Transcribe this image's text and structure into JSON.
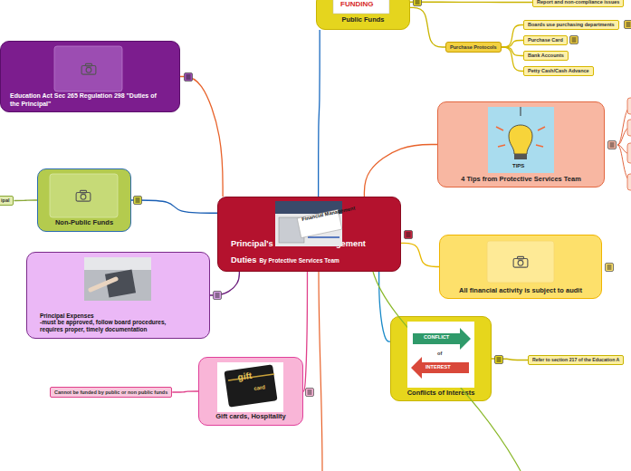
{
  "diagram": {
    "nodes": [
      {
        "text": [
          "Public Funds"
        ]
      },
      {
        "text": [
          "Report and non-compliance issues"
        ]
      },
      {
        "text": [
          "Boards use purchasing departments"
        ]
      },
      {
        "text": [
          "Purchase Protocols"
        ]
      },
      {
        "text": [
          "Purchase Card"
        ]
      },
      {
        "text": [
          "Bank Accounts"
        ]
      },
      {
        "text": [
          "Petty Cash/Cash Advance"
        ]
      },
      {
        "text": [
          "Education Act Sec 265 Regulation 298 \"Duties of the Principal\""
        ]
      },
      {
        "text": [
          "4 Tips from Protective Services Team"
        ]
      },
      {
        "text": [
          "ipal"
        ]
      },
      {
        "text": [
          "Non-Public Funds"
        ]
      },
      {
        "text": [
          "Principal's Financial Management Duties",
          "By Protective Services Team"
        ]
      },
      {
        "text": [
          "All financial activity is subject to audit"
        ]
      },
      {
        "text": [
          "Principal Expenses",
          "-must be approved, follow board procedures, requires proper, timely documentation"
        ]
      },
      {
        "text": [
          "Conflicts of Interests"
        ]
      },
      {
        "text": [
          "Refer to section 217 of the Education A"
        ]
      },
      {
        "text": [
          "Cannot be funded by public or non public funds"
        ]
      },
      {
        "text": [
          "Gift cards, Hospitality"
        ]
      }
    ],
    "edges": [
      {
        "from": 11,
        "to": 0,
        "arrow": "none"
      },
      {
        "from": 0,
        "to": 1,
        "arrow": "none"
      },
      {
        "from": 0,
        "to": 3,
        "arrow": "none"
      },
      {
        "from": 3,
        "to": 2,
        "arrow": "none"
      },
      {
        "from": 3,
        "to": 4,
        "arrow": "none"
      },
      {
        "from": 3,
        "to": 5,
        "arrow": "none"
      },
      {
        "from": 3,
        "to": 6,
        "arrow": "none"
      },
      {
        "from": 11,
        "to": 7,
        "arrow": "none"
      },
      {
        "from": 11,
        "to": 8,
        "arrow": "none"
      },
      {
        "from": 11,
        "to": 10,
        "arrow": "none"
      },
      {
        "from": 10,
        "to": 9,
        "arrow": "none"
      },
      {
        "from": 11,
        "to": 12,
        "arrow": "none"
      },
      {
        "from": 11,
        "to": 13,
        "arrow": "none"
      },
      {
        "from": 11,
        "to": 14,
        "arrow": "none"
      },
      {
        "from": 14,
        "to": 15,
        "arrow": "none"
      },
      {
        "from": 11,
        "to": 17,
        "arrow": "none"
      },
      {
        "from": 17,
        "to": 16,
        "arrow": "none"
      }
    ],
    "labels": [
      "FUNDING",
      "Financial Management",
      "TIPS",
      "CONFLICT",
      "of",
      "INTEREST",
      "gift",
      "card"
    ]
  }
}
